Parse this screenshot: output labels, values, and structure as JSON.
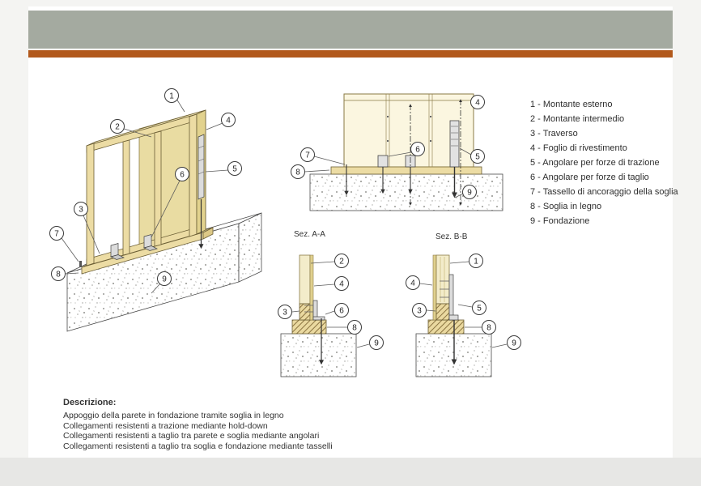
{
  "slide": {
    "legend": {
      "items": [
        "1 - Montante esterno",
        "2 - Montante intermedio",
        "3 - Traverso",
        "4 - Foglio di rivestimento",
        "5 - Angolare per forze di trazione",
        "6 - Angolare per forze di taglio",
        "7 - Tassello di ancoraggio della soglia",
        "8 - Soglia in legno",
        "9 - Fondazione"
      ]
    },
    "sections": {
      "a_label": "Sez. A-A",
      "b_label": "Sez. B-B"
    },
    "description": {
      "title": "Descrizione:",
      "lines": [
        "Appoggio della parete in fondazione tramite soglia in legno",
        "Collegamenti resistenti a trazione mediante hold-down",
        "Collegamenti resistenti a taglio tra parete e soglia mediante angolari",
        "Collegamenti resistenti a taglio tra soglia e fondazione mediante tasselli"
      ]
    },
    "callouts": {
      "n1": "1",
      "n2": "2",
      "n3": "3",
      "n4": "4",
      "n5": "5",
      "n6": "6",
      "n7": "7",
      "n8": "8",
      "n9": "9"
    }
  },
  "colors": {
    "header_band_gray": "#a4aaa0",
    "header_band_orange": "#b2591c",
    "wood_fill": "#ecdca4",
    "steel_fill": "#dcdcdc",
    "concrete_speckle": "#9a9a96",
    "line": "#444444"
  }
}
